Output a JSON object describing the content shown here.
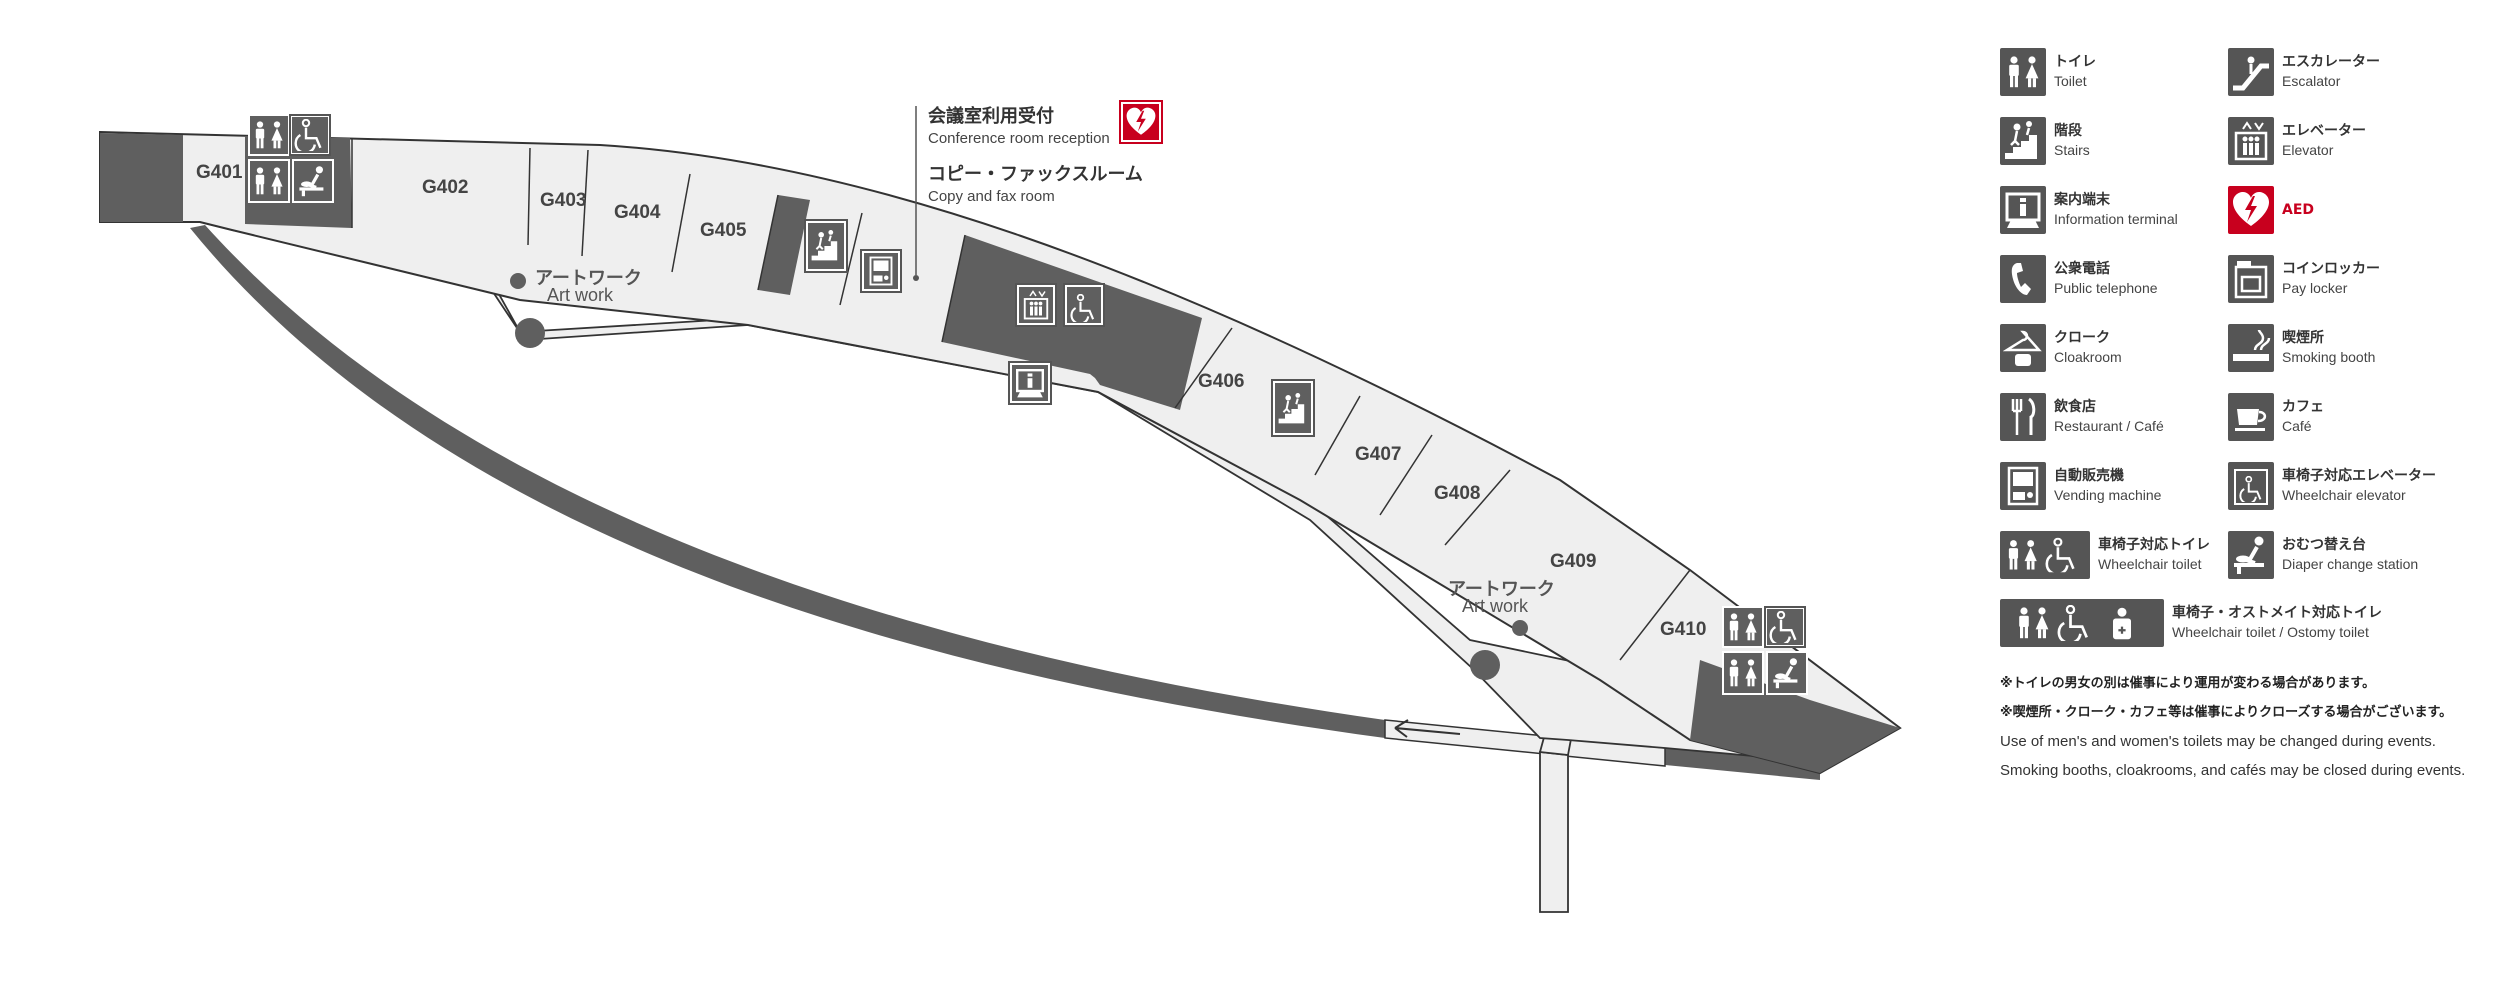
{
  "map": {
    "rooms": [
      {
        "id": "G401",
        "label": "G401"
      },
      {
        "id": "G402",
        "label": "G402"
      },
      {
        "id": "G403",
        "label": "G403"
      },
      {
        "id": "G404",
        "label": "G404"
      },
      {
        "id": "G405",
        "label": "G405"
      },
      {
        "id": "G406",
        "label": "G406"
      },
      {
        "id": "G407",
        "label": "G407"
      },
      {
        "id": "G408",
        "label": "G408"
      },
      {
        "id": "G409",
        "label": "G409"
      },
      {
        "id": "G410",
        "label": "G410"
      }
    ],
    "artwork_left": {
      "jp": "アートワーク",
      "en": "Art work"
    },
    "artwork_right": {
      "jp": "アートワーク",
      "en": "Art work"
    },
    "conference": {
      "reception_jp": "会議室利用受付",
      "reception_en": "Conference room reception",
      "copy_jp": "コピー・ファックスルーム",
      "copy_en": "Copy and fax room"
    }
  },
  "legend": {
    "items": [
      {
        "icon": "toilet-icon",
        "jp": "トイレ",
        "en": "Toilet"
      },
      {
        "icon": "escalator-icon",
        "jp": "エスカレーター",
        "en": "Escalator"
      },
      {
        "icon": "stairs-icon",
        "jp": "階段",
        "en": "Stairs"
      },
      {
        "icon": "elevator-icon",
        "jp": "エレベーター",
        "en": "Elevator"
      },
      {
        "icon": "information-terminal-icon",
        "jp": "案内端末",
        "en": "Information terminal"
      },
      {
        "icon": "aed-icon",
        "jp": "AED",
        "en": ""
      },
      {
        "icon": "public-telephone-icon",
        "jp": "公衆電話",
        "en": "Public telephone"
      },
      {
        "icon": "pay-locker-icon",
        "jp": "コインロッカー",
        "en": "Pay locker"
      },
      {
        "icon": "cloakroom-icon",
        "jp": "クローク",
        "en": "Cloakroom"
      },
      {
        "icon": "smoking-booth-icon",
        "jp": "喫煙所",
        "en": "Smoking booth"
      },
      {
        "icon": "restaurant-icon",
        "jp": "飲食店",
        "en": "Restaurant / Café"
      },
      {
        "icon": "cafe-icon",
        "jp": "カフェ",
        "en": "Café"
      },
      {
        "icon": "vending-machine-icon",
        "jp": "自動販売機",
        "en": "Vending machine"
      },
      {
        "icon": "wheelchair-elevator-icon",
        "jp": "車椅子対応エレベーター",
        "en": "Wheelchair elevator"
      },
      {
        "icon": "wheelchair-toilet-icon",
        "jp": "車椅子対応トイレ",
        "en": "Wheelchair toilet"
      },
      {
        "icon": "diaper-change-icon",
        "jp": "おむつ替え台",
        "en": "Diaper change station"
      }
    ],
    "wide_item": {
      "icon": "ostomy-toilet-icon",
      "jp": "車椅子・オストメイト対応トイレ",
      "en": "Wheelchair toilet / Ostomy toilet"
    },
    "notes": [
      "※トイレの男女の別は催事により運用が変わる場合があります。",
      "※喫煙所・クローク・カフェ等は催事によりクローズする場合がございます。",
      "Use of men's and women's toilets may be changed during events.",
      "Smoking booths, cloakrooms, and cafés may be closed during events."
    ]
  },
  "colors": {
    "dark": "#5f5f5f",
    "floor": "#efefef",
    "line": "#333333",
    "aed": "#c8001e"
  }
}
